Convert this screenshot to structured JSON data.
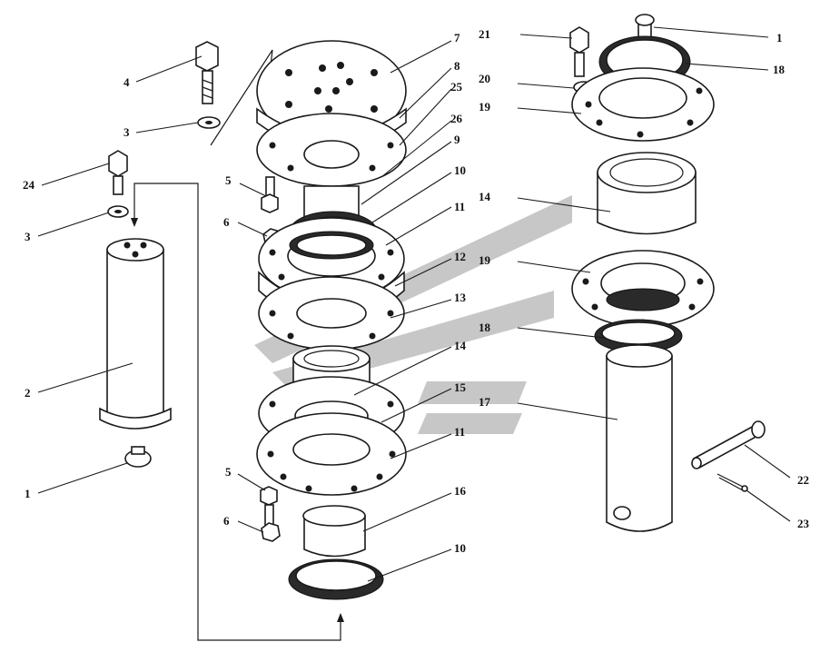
{
  "diagram": {
    "callouts": [
      "1",
      "2",
      "3",
      "24",
      "4",
      "5",
      "6",
      "7",
      "8",
      "25",
      "26",
      "9",
      "10",
      "11",
      "12",
      "13",
      "14",
      "15",
      "16",
      "21",
      "20",
      "19",
      "18",
      "17",
      "22",
      "23"
    ]
  },
  "colors": {
    "line": "#1a1a1a",
    "watermark": "#b4b4b4",
    "background": "#ffffff"
  }
}
